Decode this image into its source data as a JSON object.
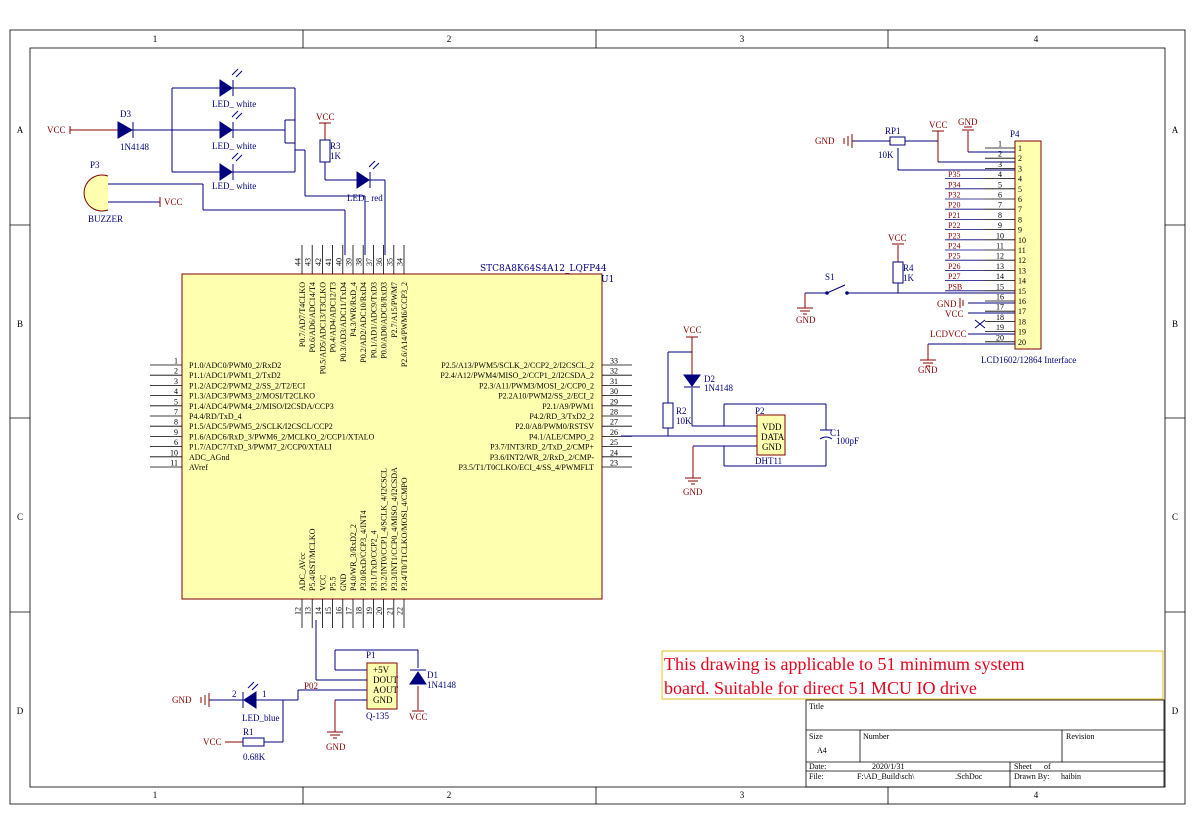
{
  "zones": {
    "cols": [
      "1",
      "2",
      "3",
      "4"
    ],
    "rows": [
      "A",
      "B",
      "C",
      "D"
    ]
  },
  "note": {
    "line1": "This drawing is applicable to 51 minimum system",
    "line2": "board. Suitable for direct 51 MCU IO drive"
  },
  "title_block": {
    "title_label": "Title",
    "size_label": "Size",
    "size_value": "A4",
    "number_label": "Number",
    "revision_label": "Revision",
    "date_label": "Date:",
    "date_value": "2020/1/31",
    "sheet_label": "Sheet",
    "of_label": "of",
    "file_label": "File:",
    "file_value": "F:\\AD_Build\\sch\\",
    "file_ext": ".SchDoc",
    "drawn_label": "Drawn By:",
    "drawn_value": "haibin"
  },
  "mcu": {
    "designator": "U1",
    "part": "STC8A8K64S4A12_LQFP44",
    "left_pins": [
      {
        "num": "1",
        "name": "P1.0/ADC0/PWM0_2/RxD2"
      },
      {
        "num": "2",
        "name": "P1.1/ADC1/PWM1_2/TxD2"
      },
      {
        "num": "3",
        "name": "P1.2/ADC2/PWM2_2/SS_2/T2/ECI"
      },
      {
        "num": "4",
        "name": "P1.3/ADC3/PWM3_2/MOSI/T2CLKO"
      },
      {
        "num": "5",
        "name": "P1.4/ADC4/PWM4_2/MISO/I2CSDA/CCP3"
      },
      {
        "num": "7",
        "name": "P4.4/RD/TxD_4"
      },
      {
        "num": "8",
        "name": "P1.5/ADC5/PWM5_2/SCLK/I2CSCL/CCP2"
      },
      {
        "num": "9",
        "name": "P1.6/ADC6/RxD_3/PWM6_2/MCLKO_2/CCP1/XTALO"
      },
      {
        "num": "6",
        "name": "P1.7/ADC7/TxD_3/PWM7_2/CCP0/XTALI"
      },
      {
        "num": "10",
        "name": "ADC_AGnd"
      },
      {
        "num": "11",
        "name": "AVref"
      }
    ],
    "right_pins": [
      {
        "num": "33",
        "name": "P2.5/A13/PWM5/SCLK_2/CCP2_2/I2CSCL_2"
      },
      {
        "num": "32",
        "name": "P2.4/A12/PWM4/MISO_2/CCP1_2/I2CSDA_2"
      },
      {
        "num": "31",
        "name": "P2.3/A11/PWM3/MOSI_2/CCP0_2"
      },
      {
        "num": "30",
        "name": "P2.2A10/PWM2/SS_2/ECI_2"
      },
      {
        "num": "29",
        "name": "P2.1/A9/PWM1"
      },
      {
        "num": "28",
        "name": "P4.2/RD_3/TxD2_2"
      },
      {
        "num": "27",
        "name": "P2.0/A8/PWM0/RSTSV"
      },
      {
        "num": "26",
        "name": "P4.1/ALE/CMPO_2"
      },
      {
        "num": "25",
        "name": "P3.7/INT3/RD_2/TxD_2/CMP+"
      },
      {
        "num": "24",
        "name": "P3.6/INT2/WR_2/RxD_2/CMP-"
      },
      {
        "num": "23",
        "name": "P3.5/T1/T0CLKO/ECI_4/SS_4/PWMFLT"
      }
    ],
    "top_pins": [
      {
        "num": "44",
        "name": "P0.7/AD7/T4CLKO"
      },
      {
        "num": "43",
        "name": "P0.6/AD6/ADC14/T4"
      },
      {
        "num": "42",
        "name": "P0.5/AD5/ADC13/T3CLKO"
      },
      {
        "num": "41",
        "name": "P0.4/AD4/ADC12/T3"
      },
      {
        "num": "40",
        "name": "P0.3/AD3/ADC11/TxD4"
      },
      {
        "num": "39",
        "name": "P4.3/WR/RxD_4"
      },
      {
        "num": "38",
        "name": "P0.2/AD2/ADC10/RxD4"
      },
      {
        "num": "37",
        "name": "P0.1/AD1/ADC9/TxD3"
      },
      {
        "num": "36",
        "name": "P0.0/AD0/ADC8/RxD3"
      },
      {
        "num": "35",
        "name": "P2.7/A15/PWM7"
      },
      {
        "num": "34",
        "name": "P2.6/A14/PWM6/CCP3_2"
      }
    ],
    "bottom_pins": [
      {
        "num": "12",
        "name": "ADC_AVcc"
      },
      {
        "num": "13",
        "name": "P5.4/RST/MCLKO"
      },
      {
        "num": "14",
        "name": "VCC"
      },
      {
        "num": "15",
        "name": "P5.5"
      },
      {
        "num": "16",
        "name": "GND"
      },
      {
        "num": "17",
        "name": "P4.0/WR_3/RxD2_2"
      },
      {
        "num": "18",
        "name": "P3.0/RxD/CCP3_4/INT4"
      },
      {
        "num": "19",
        "name": "P3.1/TxD/CCP2_4"
      },
      {
        "num": "20",
        "name": "P3.2/INT0/CCP1_4/SCLK_4/I2CSCL"
      },
      {
        "num": "21",
        "name": "P3.3/INT1/CCP0_4/MISO_4/I2CSDA"
      },
      {
        "num": "22",
        "name": "P3.4/T0/T1CLKO/MOSI_4/CMPO"
      }
    ]
  },
  "labels": {
    "vcc": "VCC",
    "gnd": "GND",
    "d3": "D3",
    "d3_val": "1N4148",
    "led_white": "LED_ white",
    "led_white1": "LED_ white",
    "led_white2": "LED_ white",
    "r3": "R3",
    "r3_val": "1K",
    "led_red": "LED_ red",
    "p3": "P3",
    "buzzer": "BUZZER",
    "rp1": "RP1",
    "rp1_val": "10K",
    "p4": "P4",
    "lcd_iface": "LCD1602/12864 Interface",
    "s1": "S1",
    "r4": "R4",
    "r4_val": "1K",
    "lcdvcc": "LCDVCC",
    "d2": "D2",
    "d2_val": "1N4148",
    "r2": "R2",
    "r2_val": "10K",
    "p2": "P2",
    "dht11": "DHT11",
    "c1": "C1",
    "c1_val": "100pF",
    "vdd": "VDD",
    "data": "DATA",
    "dht_gnd": "GND",
    "p1": "P1",
    "q135": "Q-135",
    "d1": "D1",
    "d1_val": "1N4148",
    "p5v": "+5V",
    "dout": "DOUT",
    "aout": "AOUT",
    "q_gnd": "GND",
    "p02": "P02",
    "led_blue": "LED_blue",
    "r1": "R1",
    "r1_val": "0.68K",
    "pin1": "1",
    "pin2": "2"
  },
  "lcd_pins": [
    "1",
    "2",
    "3",
    "4",
    "5",
    "6",
    "7",
    "8",
    "9",
    "10",
    "11",
    "12",
    "13",
    "14",
    "15",
    "16",
    "17",
    "18",
    "19",
    "20"
  ],
  "lcd_nets": [
    "P35",
    "P34",
    "P32",
    "P20",
    "P21",
    "P22",
    "P23",
    "P24",
    "P25",
    "P26",
    "P27",
    "PSB"
  ],
  "colors": {
    "wire": "#00007f",
    "part_fill": "#ffffb0",
    "part_stroke": "#800000",
    "power": "#8b0000",
    "pin_text": "#000000",
    "note_text": "#e8001c",
    "note_border": "#e0c020",
    "frame": "#000000"
  }
}
